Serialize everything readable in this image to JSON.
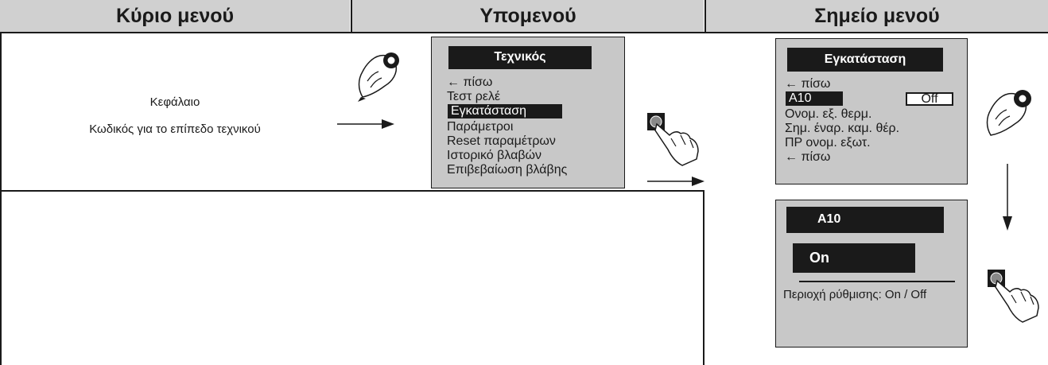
{
  "headers": {
    "main_menu": "Κύριο μενού",
    "submenu": "Υπομενού",
    "menu_item": "Σημείο μενού"
  },
  "main_menu": {
    "chapter": "Κεφάλαιο",
    "code": "Κωδικός για το επίπεδο τεχνικού"
  },
  "submenu_screen": {
    "title": "Τεχνικός",
    "items": [
      "← πίσω",
      "Τεστ ρελέ",
      "Εγκατάσταση",
      "Παράμετροι",
      "Reset παραμέτρων",
      "Ιστορικό βλαβών",
      "Επιβεβαίωση βλάβης"
    ],
    "selected_index": 2
  },
  "menu_item_screen": {
    "title": "Εγκατάσταση",
    "back_top": "← πίσω",
    "selected_item": "A10",
    "selected_value": "Off",
    "items": [
      "Ονομ. εξ. θερμ.",
      "Σημ. έναρ. καμ. θέρ.",
      "ΠΡ ονομ. εξωτ.",
      "← πίσω"
    ]
  },
  "value_screen": {
    "title": "A10",
    "value": "On",
    "range": "Περιοχή ρύθμισης: On / Off"
  },
  "colors": {
    "header_bg": "#d0d0d0",
    "lcd_bg": "#c8c8c8",
    "ink": "#1a1a1a"
  },
  "icons": [
    "hand-turn-knob-icon",
    "hand-press-knob-icon",
    "arrow-right-icon",
    "arrow-down-icon"
  ]
}
